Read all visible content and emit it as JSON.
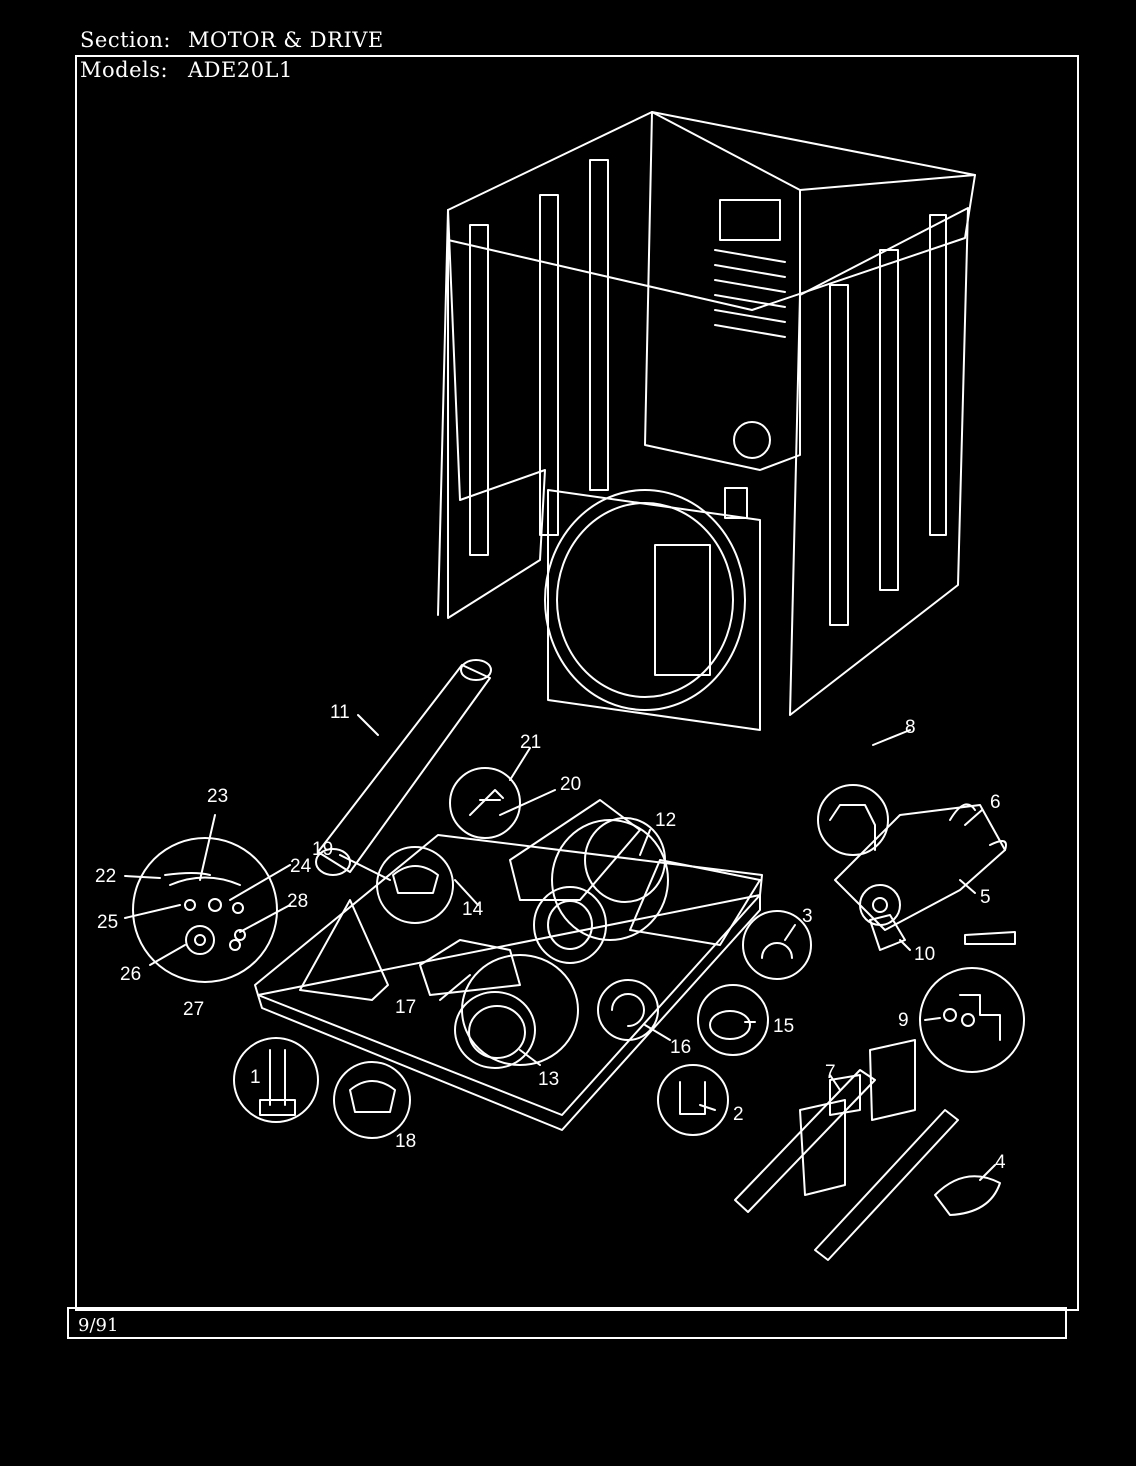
{
  "header": {
    "section_label": "Section:",
    "section_value": "MOTOR & DRIVE",
    "models_label": "Models:",
    "models_value": "ADE20L1"
  },
  "footer": {
    "date": "9/91"
  },
  "callouts": [
    "1",
    "2",
    "3",
    "4",
    "5",
    "6",
    "7",
    "8",
    "9",
    "10",
    "11",
    "12",
    "13",
    "14",
    "15",
    "16",
    "17",
    "18",
    "19",
    "20",
    "21",
    "22",
    "23",
    "24",
    "25",
    "26",
    "27",
    "28"
  ]
}
